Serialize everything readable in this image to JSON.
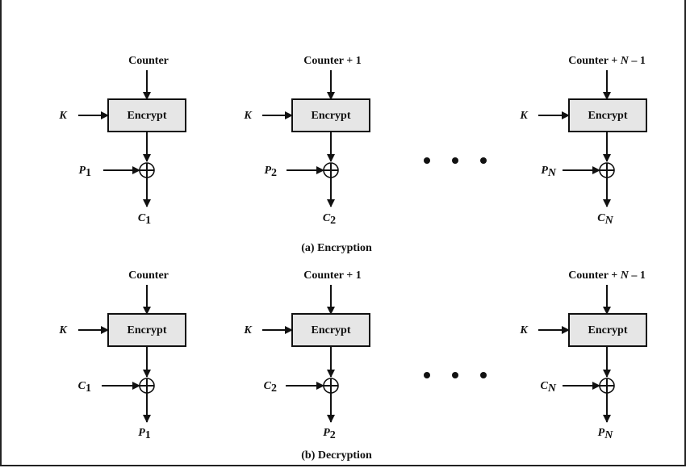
{
  "encryption": {
    "caption": "(a) Encryption",
    "stages": [
      {
        "counter_main": "Counter",
        "counter_var": "",
        "counter_tail": "",
        "key": "K",
        "block": "Encrypt",
        "input_letter": "P",
        "input_sub": "1",
        "output_letter": "C",
        "output_sub": "1"
      },
      {
        "counter_main": "Counter + 1",
        "counter_var": "",
        "counter_tail": "",
        "key": "K",
        "block": "Encrypt",
        "input_letter": "P",
        "input_sub": "2",
        "output_letter": "C",
        "output_sub": "2"
      },
      {
        "counter_main": "Counter + ",
        "counter_var": "N",
        "counter_tail": " – 1",
        "key": "K",
        "block": "Encrypt",
        "input_letter": "P",
        "input_sub": "N",
        "output_letter": "C",
        "output_sub": "N"
      }
    ]
  },
  "decryption": {
    "caption": "(b) Decryption",
    "stages": [
      {
        "counter_main": "Counter",
        "counter_var": "",
        "counter_tail": "",
        "key": "K",
        "block": "Encrypt",
        "input_letter": "C",
        "input_sub": "1",
        "output_letter": "P",
        "output_sub": "1"
      },
      {
        "counter_main": "Counter + 1",
        "counter_var": "",
        "counter_tail": "",
        "key": "K",
        "block": "Encrypt",
        "input_letter": "C",
        "input_sub": "2",
        "output_letter": "P",
        "output_sub": "2"
      },
      {
        "counter_main": "Counter + ",
        "counter_var": "N",
        "counter_tail": " – 1",
        "key": "K",
        "block": "Encrypt",
        "input_letter": "C",
        "input_sub": "N",
        "output_letter": "P",
        "output_sub": "N"
      }
    ]
  },
  "colors": {
    "block_fill": "#e6e6e6",
    "stroke": "#111111"
  },
  "icons": {
    "xor": "circled-plus-icon",
    "ellipsis": "ellipsis-dots-icon"
  }
}
